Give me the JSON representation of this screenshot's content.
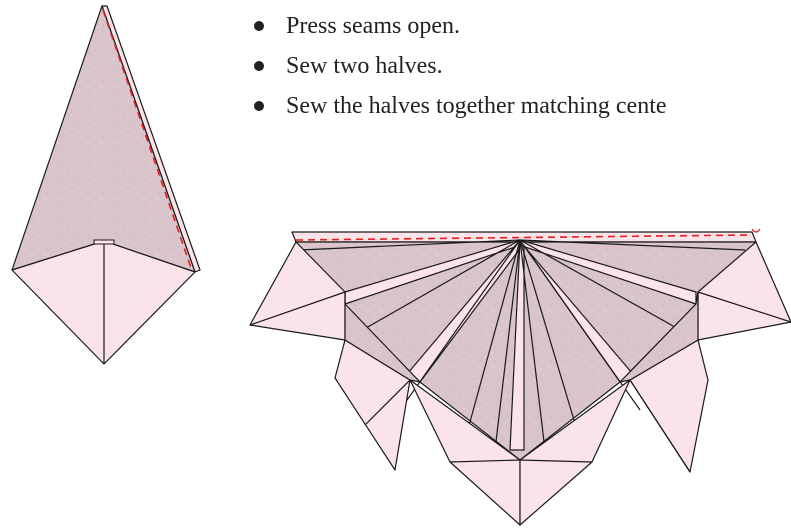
{
  "instructions": [
    "Press seams open.",
    "Sew two halves.",
    "Sew the halves together matching cente"
  ],
  "colors": {
    "fabric_dark": "#d9c4cc",
    "fabric_light": "#fbe3ea",
    "outline": "#1a1a1a",
    "seam_line": "#e02020"
  }
}
